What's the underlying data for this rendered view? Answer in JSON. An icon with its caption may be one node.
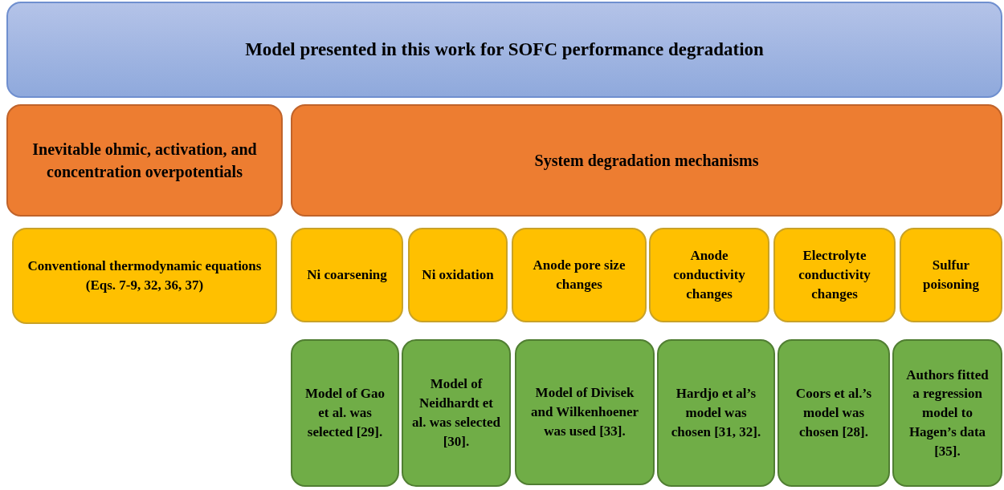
{
  "diagram": {
    "nodes": [
      {
        "text": [
          "Model presented in this work for SOFC performance degradation"
        ]
      },
      {
        "text": [
          "Inevitable ohmic, activation, and concentration overpotentials"
        ]
      },
      {
        "text": [
          "System degradation mechanisms"
        ]
      },
      {
        "text": [
          "Conventional thermodynamic equations (Eqs. 7-9, 32, 36, 37)"
        ]
      },
      {
        "text": [
          "Ni coarsening"
        ]
      },
      {
        "text": [
          "Ni oxidation"
        ]
      },
      {
        "text": [
          "Anode pore size changes"
        ]
      },
      {
        "text": [
          "Anode conductivity changes"
        ]
      },
      {
        "text": [
          "Electrolyte conductivity changes"
        ]
      },
      {
        "text": [
          "Sulfur poisoning"
        ]
      },
      {
        "text": [
          "Model of Gao et al. was selected [29]."
        ]
      },
      {
        "text": [
          "Model of Neidhardt et al. was selected [30]."
        ]
      },
      {
        "text": [
          "Model of Divisek and Wilkenhoener was used [33]."
        ]
      },
      {
        "text": [
          "Hardjo et al’s model was chosen [31, 32]."
        ]
      },
      {
        "text": [
          "Coors et al.’s model was chosen [28]."
        ]
      },
      {
        "text": [
          "Authors fitted a regression model to Hagen’s data [35]."
        ]
      }
    ]
  }
}
